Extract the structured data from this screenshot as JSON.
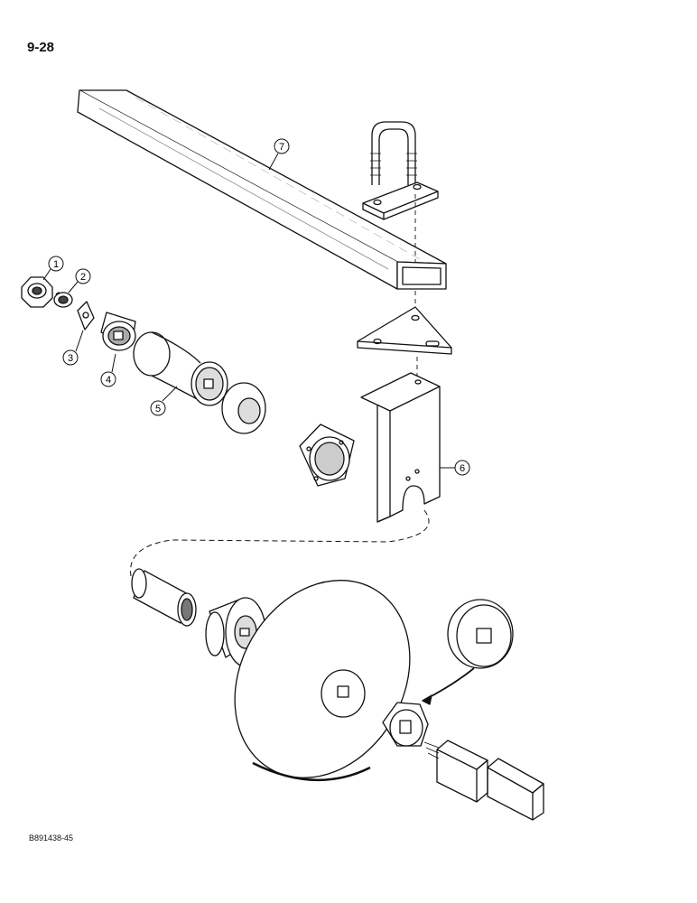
{
  "page": {
    "number": "9-28",
    "figure_code": "B891438-45"
  },
  "callouts": [
    "1",
    "2",
    "3",
    "4",
    "5",
    "6",
    "7"
  ],
  "colors": {
    "ink": "#111111",
    "paper": "#ffffff",
    "shade": "#9a9a9a"
  }
}
